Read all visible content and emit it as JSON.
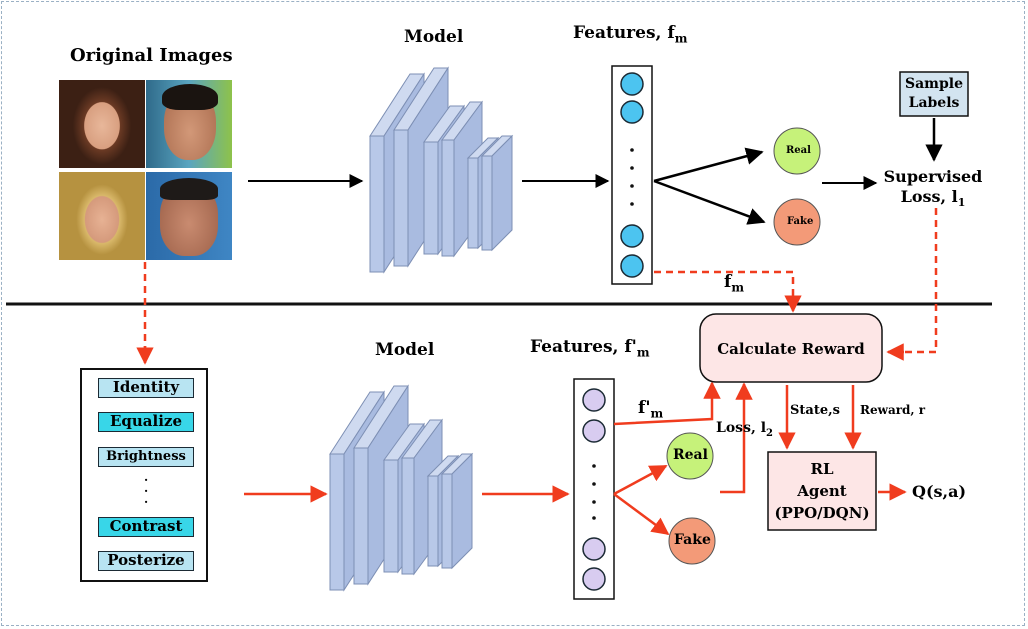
{
  "top": {
    "original_images_title": "Original Images",
    "model_title": "Model",
    "features_title": "Features, f",
    "features_subscript": "m",
    "real_label": "Real",
    "fake_label": "Fake",
    "sample_labels_line1": "Sample",
    "sample_labels_line2": "Labels",
    "supervised_line1": "Supervised",
    "supervised_line2": "Loss, l",
    "supervised_subscript": "1",
    "fm_edge_label": "f",
    "fm_edge_subscript": "m"
  },
  "bottom": {
    "model_title": "Model",
    "features_title": "Features, f'",
    "features_subscript": "m",
    "augmentations": [
      "Identity",
      "Equalize",
      "Brightness",
      "Contrast",
      "Posterize"
    ],
    "aug_ellipsis": ".",
    "real_label": "Real",
    "fake_label": "Fake",
    "calculate_reward": "Calculate Reward",
    "fpm_edge_label": "f'",
    "fpm_edge_subscript": "m",
    "loss_label": "Loss, l",
    "loss_subscript": "2",
    "state_label": "State,s",
    "reward_label": "Reward, r",
    "rl_agent_line1": "RL",
    "rl_agent_line2": "Agent",
    "rl_agent_line3": "(PPO/DQN)",
    "q_label": "Q(s,a)"
  },
  "colors": {
    "arrow_black": "#000000",
    "arrow_red": "#f03c1e",
    "layer_fill": "#b8c8e8",
    "top_feature_node": "#4cc4f0",
    "bottom_feature_node": "#d8ccf0",
    "real_node": "#c6f27a",
    "fake_node": "#f39a78",
    "sample_labels_fill": "#d3e4f0",
    "reward_box_fill": "#fde6e6",
    "rl_box_fill": "#fde6e6",
    "aug_light": "#b8e4f2",
    "aug_cyan": "#38d6e8"
  }
}
